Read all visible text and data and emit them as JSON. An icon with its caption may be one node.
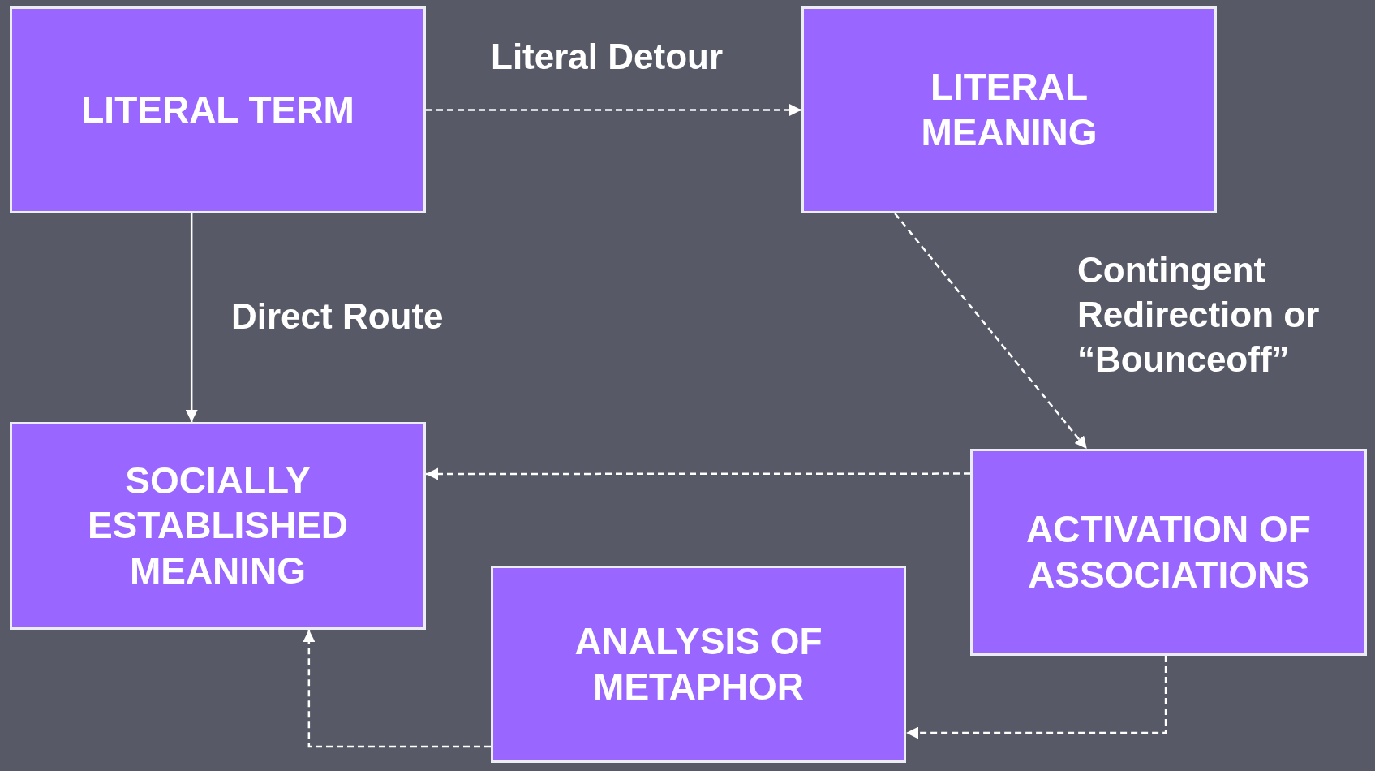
{
  "diagram": {
    "nodes": [
      {
        "text": [
          "LITERAL TERM"
        ]
      },
      {
        "text": [
          "LITERAL MEANING"
        ]
      },
      {
        "text": [
          "SOCIALLY ESTABLISHED MEANING"
        ]
      },
      {
        "text": [
          "ACTIVATION OF ASSOCIATIONS"
        ]
      },
      {
        "text": [
          "ANALYSIS OF METAPHOR"
        ]
      }
    ],
    "edges": [
      {
        "from": 0,
        "to": 1,
        "arrow": "to",
        "label": "Literal Detour",
        "style": "dashed"
      },
      {
        "from": 0,
        "to": 2,
        "arrow": "to",
        "label": "Direct Route"
      },
      {
        "from": 1,
        "to": 3,
        "arrow": "to",
        "label": "Contingent Redirection or “Bounceoff”",
        "style": "dashed"
      },
      {
        "from": 3,
        "to": 2,
        "arrow": "to",
        "style": "dashed"
      },
      {
        "from": 3,
        "to": 4,
        "arrow": "to",
        "style": "dashed"
      },
      {
        "from": 4,
        "to": 2,
        "arrow": "to",
        "style": "dashed"
      }
    ]
  }
}
